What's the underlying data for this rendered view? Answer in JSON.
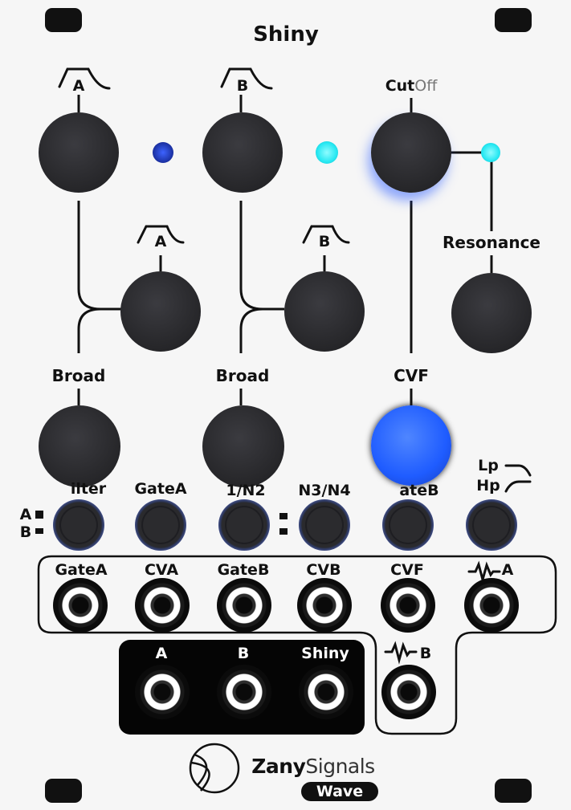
{
  "module": {
    "title": "Shiny",
    "brand": "ZanySignals",
    "brand_part1": "Zany",
    "brand_part2": "Signals",
    "model": "Wave"
  },
  "knob_labels": {
    "cutoff_part1": "Cut",
    "cutoff_part2": "Off",
    "resonance": "Resonance",
    "broad_a": "Broad",
    "broad_b": "Broad",
    "cvf": "CVF",
    "filter_a_letter": "A",
    "filter_b_letter": "B",
    "shape_a_letter": "A",
    "shape_b_letter": "B"
  },
  "button_labels": {
    "filter": "ilter",
    "gate_a": "GateA",
    "n1_n2": "1/N2",
    "n3_n4": "N3/N4",
    "gate_b": "ateB",
    "lp": "Lp",
    "hp": "Hp",
    "mode_a": "A",
    "mode_b": "B"
  },
  "jack_labels": {
    "gate_a": "GateA",
    "cva": "CVA",
    "gate_b": "GateB",
    "cvb": "CVB",
    "cvf": "CVF",
    "noise_a": "A",
    "noise_b": "B",
    "out_a": "A",
    "out_b": "B",
    "out_shiny": "Shiny"
  },
  "colors": {
    "panel": "#f6f6f6",
    "knob": "#2f2f33",
    "led_dark_blue": "#1f3fc4",
    "led_cyan": "#27e8f2",
    "knob_lit_blue": "#1f5cff",
    "button_ring": "#3f4d86"
  }
}
